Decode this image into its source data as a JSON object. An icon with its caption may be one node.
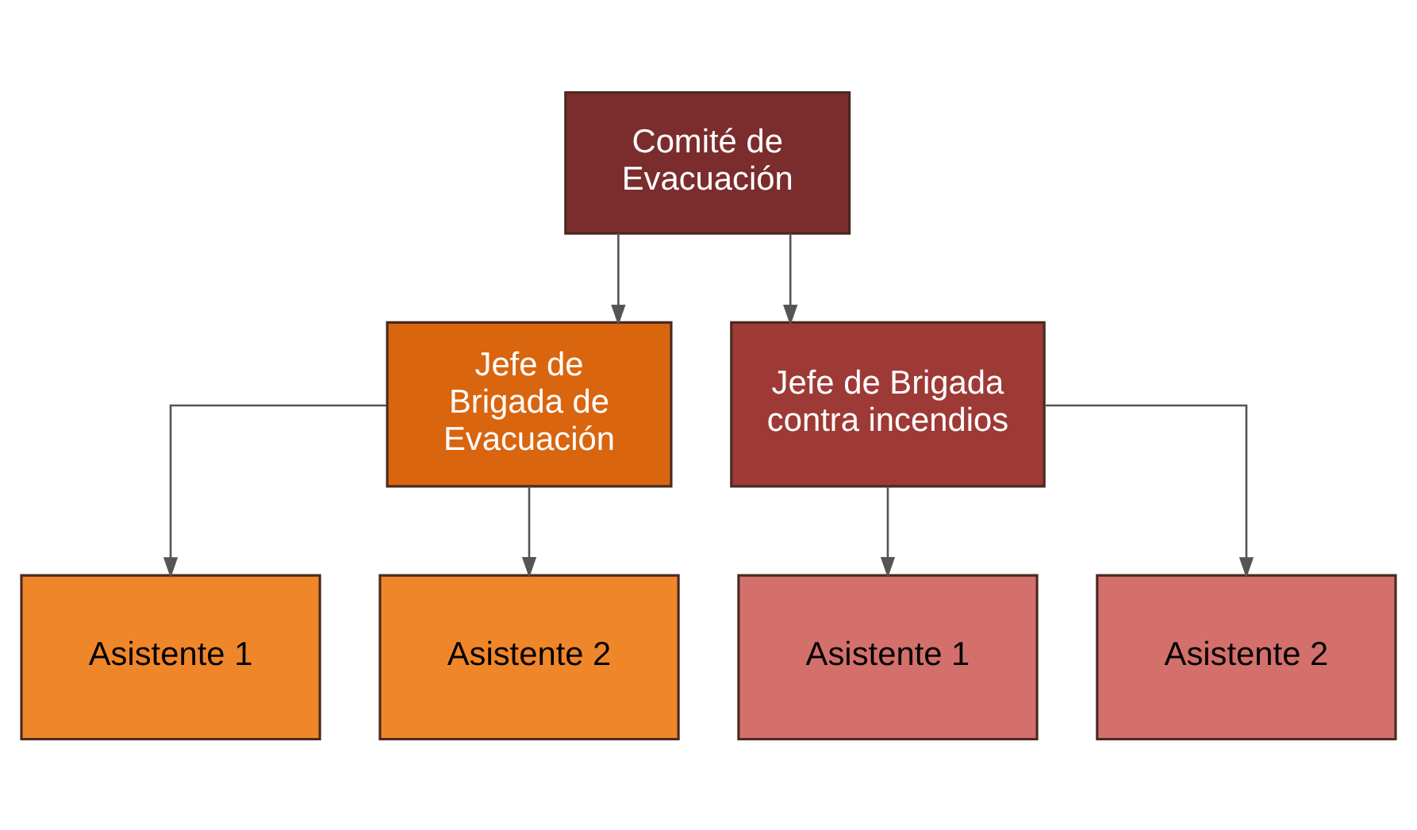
{
  "diagram": {
    "nodes": [
      {
        "text": [
          "Comité de Evacuación"
        ]
      },
      {
        "text": [
          "Jefe de Brigada de Evacuación"
        ]
      },
      {
        "text": [
          "Jefe de Brigada contra incendios"
        ]
      },
      {
        "text": [
          "Asistente 1"
        ]
      },
      {
        "text": [
          "Asistente 2"
        ]
      },
      {
        "text": [
          "Asistente 1"
        ]
      },
      {
        "text": [
          "Asistente 2"
        ]
      }
    ],
    "edges": [
      {
        "from": 0,
        "to": 1,
        "arrow": "to"
      },
      {
        "from": 0,
        "to": 2,
        "arrow": "to"
      },
      {
        "from": 1,
        "to": 3,
        "arrow": "to"
      },
      {
        "from": 1,
        "to": 4,
        "arrow": "to"
      },
      {
        "from": 2,
        "to": 5,
        "arrow": "to"
      },
      {
        "from": 2,
        "to": 6,
        "arrow": "to"
      }
    ]
  }
}
